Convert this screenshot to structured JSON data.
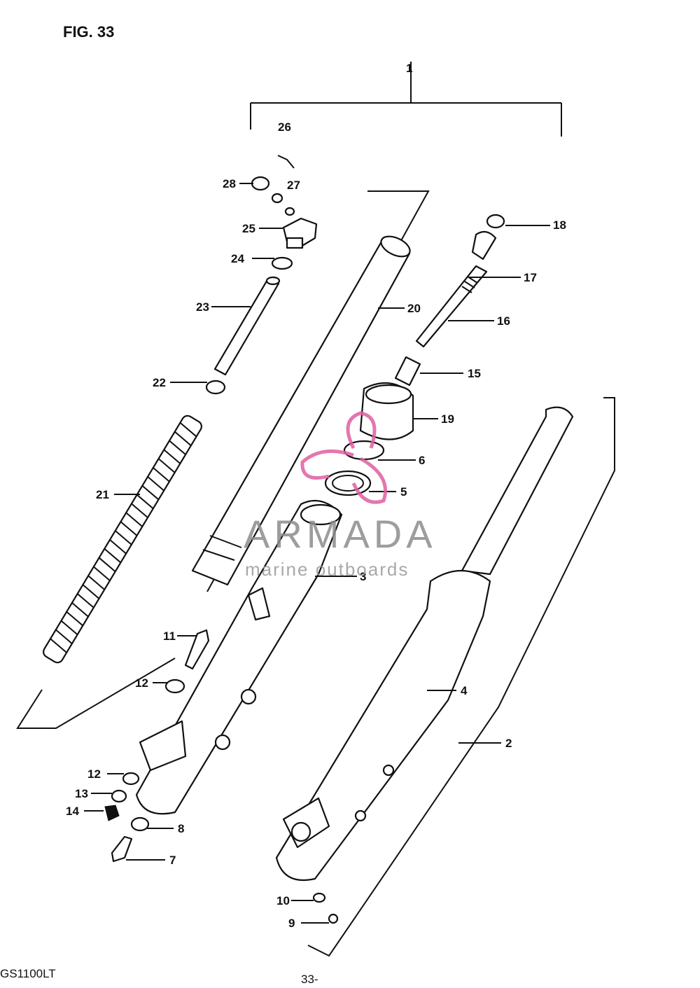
{
  "figure": {
    "title": "FIG. 33"
  },
  "footer": {
    "model": "GS1100LT",
    "page": "33-"
  },
  "watermark": {
    "name": "ARMADA",
    "tagline": "marine outboards",
    "accent": "#e05fa0"
  },
  "parts": [
    {
      "no": "1"
    },
    {
      "no": "2"
    },
    {
      "no": "3"
    },
    {
      "no": "4"
    },
    {
      "no": "5"
    },
    {
      "no": "6"
    },
    {
      "no": "7"
    },
    {
      "no": "8"
    },
    {
      "no": "9"
    },
    {
      "no": "10"
    },
    {
      "no": "11"
    },
    {
      "no": "12"
    },
    {
      "no": "12"
    },
    {
      "no": "13"
    },
    {
      "no": "14"
    },
    {
      "no": "15"
    },
    {
      "no": "16"
    },
    {
      "no": "17"
    },
    {
      "no": "18"
    },
    {
      "no": "19"
    },
    {
      "no": "20"
    },
    {
      "no": "21"
    },
    {
      "no": "22"
    },
    {
      "no": "23"
    },
    {
      "no": "24"
    },
    {
      "no": "25"
    },
    {
      "no": "26"
    },
    {
      "no": "27"
    },
    {
      "no": "28"
    }
  ]
}
